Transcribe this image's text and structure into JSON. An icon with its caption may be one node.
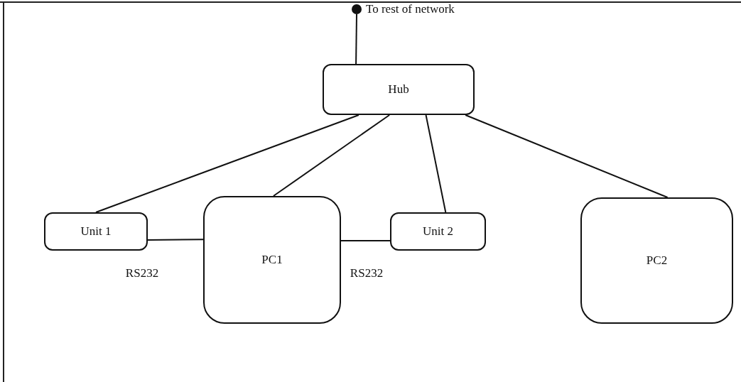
{
  "diagram": {
    "nodes": [
      {
        "text": [],
        "shape": "circle",
        "beside": [
          "To rest of network"
        ]
      },
      {
        "text": [
          "Hub"
        ]
      },
      {
        "text": [
          "Unit 1"
        ]
      },
      {
        "text": [
          "PC1"
        ]
      },
      {
        "text": [
          "Unit 2"
        ]
      },
      {
        "text": [
          "PC2"
        ]
      }
    ],
    "edges": [
      {
        "from": 0,
        "to": 1,
        "arrow": "none"
      },
      {
        "from": 1,
        "to": 2,
        "arrow": "none"
      },
      {
        "from": 1,
        "to": 3,
        "arrow": "none"
      },
      {
        "from": 1,
        "to": 4,
        "arrow": "none"
      },
      {
        "from": 1,
        "to": 5,
        "arrow": "none"
      },
      {
        "from": 2,
        "to": 3,
        "arrow": "none",
        "label": "RS232"
      },
      {
        "from": 3,
        "to": 4,
        "arrow": "none",
        "label": "RS232"
      }
    ]
  }
}
